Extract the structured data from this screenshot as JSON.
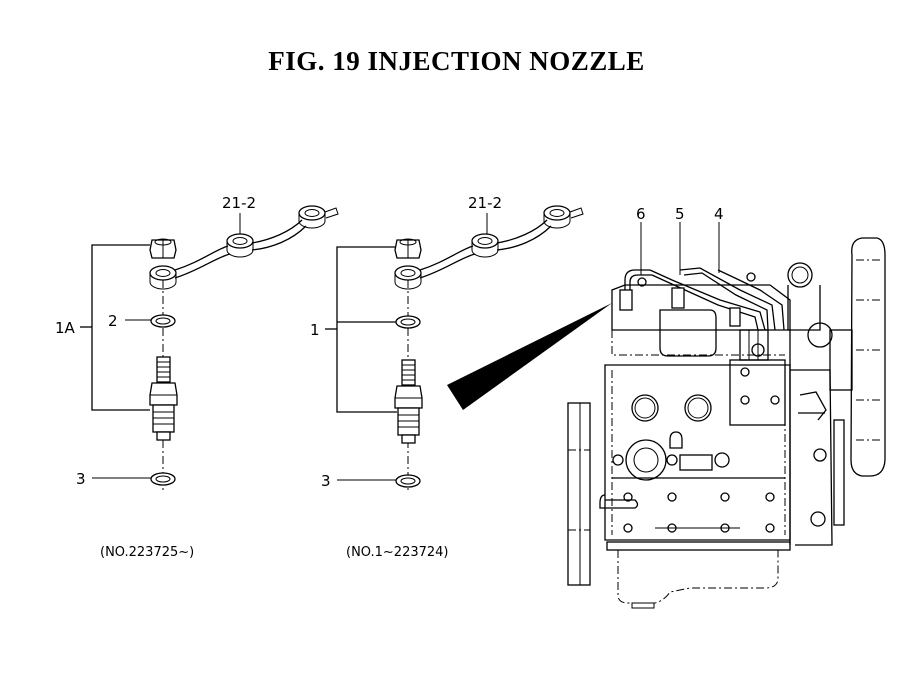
{
  "figure": {
    "title": "FIG. 19  INJECTION NOZZLE"
  },
  "left_assembly": {
    "assembly_label": "1A",
    "pipe_label": "21-2",
    "gasket_label": "2",
    "washer_label": "3",
    "serial_note": "(NO.223725~)"
  },
  "right_assembly": {
    "assembly_label": "1",
    "pipe_label": "21-2",
    "washer_label": "3",
    "serial_note": "(NO.1~223724)"
  },
  "engine_view": {
    "callouts": [
      "6",
      "5",
      "4"
    ]
  },
  "colors": {
    "ink": "#000000",
    "paper": "#ffffff"
  }
}
